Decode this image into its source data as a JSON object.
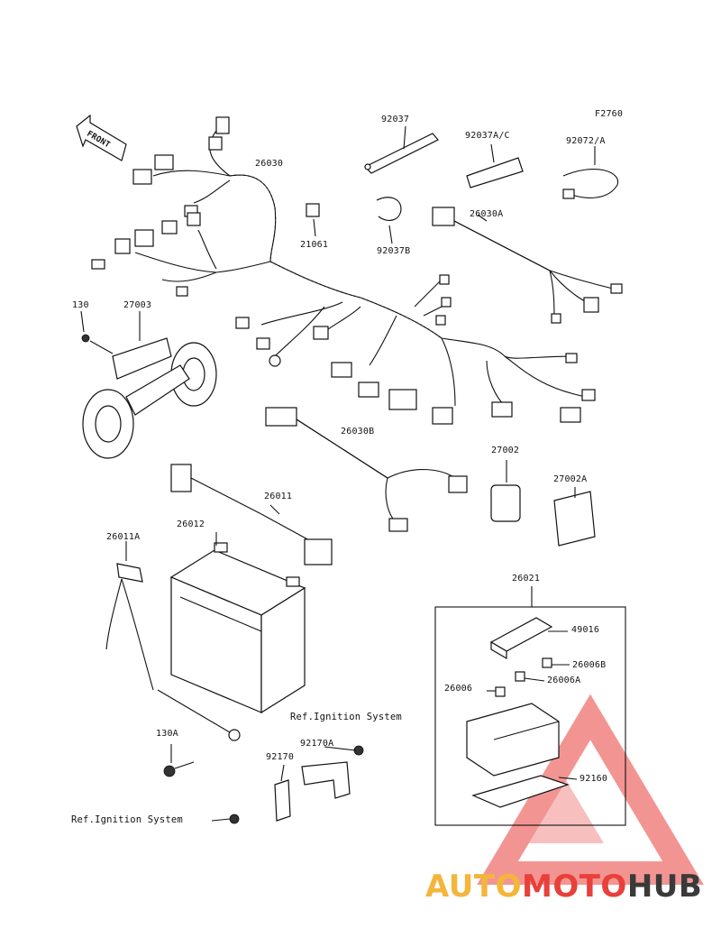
{
  "figure_code": "F2760",
  "front_arrow_text": "FRONT",
  "parts": {
    "p92037": "92037",
    "p92037ac": "92037A/C",
    "p92072a": "92072/A",
    "p26030": "26030",
    "p21061": "21061",
    "p92037b": "92037B",
    "p26030a": "26030A",
    "p130": "130",
    "p27003": "27003",
    "p26030b": "26030B",
    "p27002": "27002",
    "p27002a": "27002A",
    "p26011": "26011",
    "p26012": "26012",
    "p26011a": "26011A",
    "p26021": "26021",
    "p49016": "49016",
    "p26006b": "26006B",
    "p26006": "26006",
    "p26006a": "26006A",
    "p92160": "92160",
    "p130a": "130A",
    "p92170a": "92170A",
    "p92170": "92170"
  },
  "references": {
    "ignition_upper": "Ref.Ignition System",
    "ignition_lower": "Ref.Ignition System"
  },
  "watermark": {
    "part1": "AUTO",
    "part2": "MOTO",
    "part3": "HUB",
    "colors": {
      "triangle": "#e8403a",
      "accent": "#f3b63b",
      "dark": "#3a3a3a"
    }
  }
}
